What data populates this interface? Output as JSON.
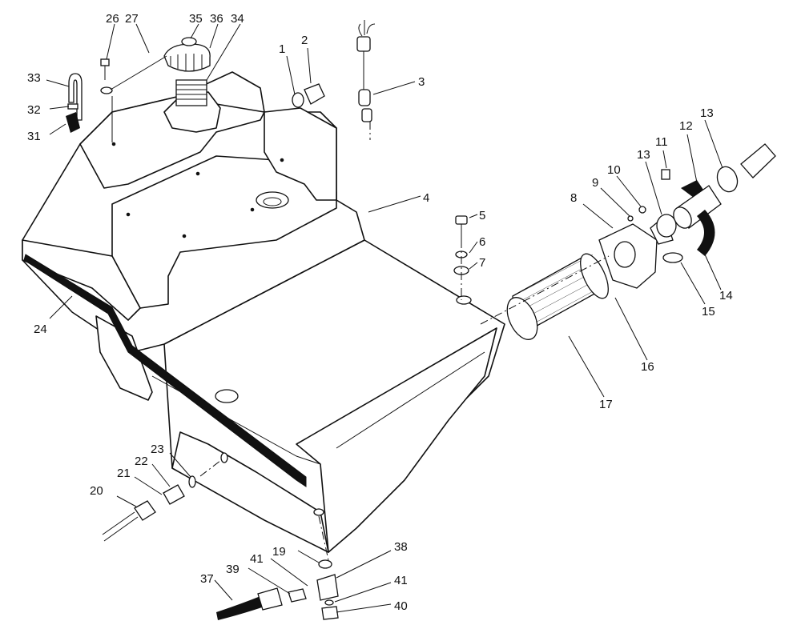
{
  "colors": {
    "ink": "#111111",
    "background": "#ffffff"
  },
  "callouts": [
    {
      "id": "1",
      "label": "1"
    },
    {
      "id": "2",
      "label": "2"
    },
    {
      "id": "3",
      "label": "3"
    },
    {
      "id": "4",
      "label": "4"
    },
    {
      "id": "5",
      "label": "5"
    },
    {
      "id": "6",
      "label": "6"
    },
    {
      "id": "7",
      "label": "7"
    },
    {
      "id": "8",
      "label": "8"
    },
    {
      "id": "9",
      "label": "9"
    },
    {
      "id": "10",
      "label": "10"
    },
    {
      "id": "11",
      "label": "11"
    },
    {
      "id": "12",
      "label": "12"
    },
    {
      "id": "13a",
      "label": "13"
    },
    {
      "id": "13b",
      "label": "13"
    },
    {
      "id": "14",
      "label": "14"
    },
    {
      "id": "15",
      "label": "15"
    },
    {
      "id": "16",
      "label": "16"
    },
    {
      "id": "17",
      "label": "17"
    },
    {
      "id": "19",
      "label": "19"
    },
    {
      "id": "20",
      "label": "20"
    },
    {
      "id": "21",
      "label": "21"
    },
    {
      "id": "22",
      "label": "22"
    },
    {
      "id": "23",
      "label": "23"
    },
    {
      "id": "24",
      "label": "24"
    },
    {
      "id": "26",
      "label": "26"
    },
    {
      "id": "27",
      "label": "27"
    },
    {
      "id": "31",
      "label": "31"
    },
    {
      "id": "32",
      "label": "32"
    },
    {
      "id": "33",
      "label": "33"
    },
    {
      "id": "34",
      "label": "34"
    },
    {
      "id": "35",
      "label": "35"
    },
    {
      "id": "36",
      "label": "36"
    },
    {
      "id": "37",
      "label": "37"
    },
    {
      "id": "38",
      "label": "38"
    },
    {
      "id": "39",
      "label": "39"
    },
    {
      "id": "40",
      "label": "40"
    },
    {
      "id": "41a",
      "label": "41"
    },
    {
      "id": "41b",
      "label": "41"
    }
  ]
}
